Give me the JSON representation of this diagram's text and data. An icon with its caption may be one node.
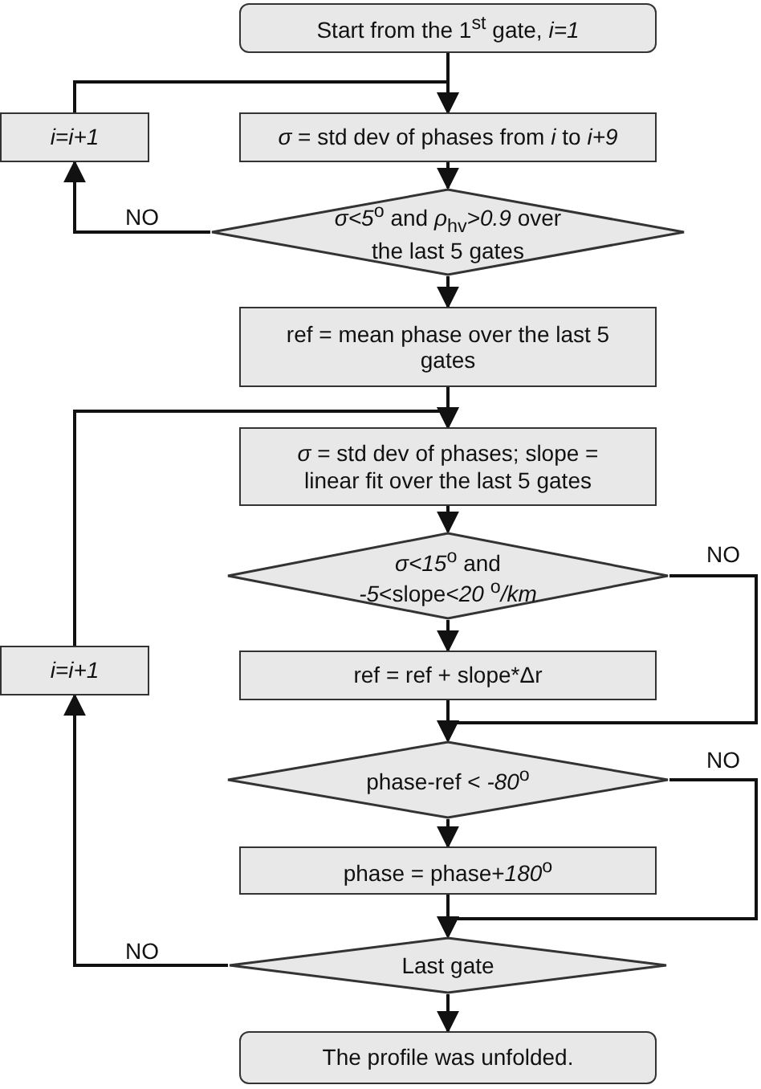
{
  "diagram": {
    "nodes": [
      {
        "text": [
          "Start from the 1$^{st}$ gate, *i=1*"
        ]
      },
      {
        "text": [
          "i=i+1"
        ]
      },
      {
        "text": [
          "*σ* = std dev of phases from *i* to *i+9*"
        ]
      },
      {
        "text": [
          "*σ<5*$^{o}$ and *ρ*$_{hv}$*>0.9* over the last 5 gates"
        ]
      },
      {
        "text": [
          "ref = mean phase over the last 5 gates"
        ]
      },
      {
        "text": [
          "*σ* = std dev of phases; slope = linear fit over the last 5 gates"
        ]
      },
      {
        "text": [
          "*σ<15*$^{o}$ and *-5*<slope<*20* $^{o}$*/km*"
        ]
      },
      {
        "text": [
          "i=i+1"
        ]
      },
      {
        "text": [
          "ref = ref + slope*Δr"
        ]
      },
      {
        "text": [
          "phase-ref < *-80*$^{o}$"
        ]
      },
      {
        "text": [
          "phase = phase+*180*$^{o}$"
        ]
      },
      {
        "text": [
          "Last gate"
        ]
      },
      {
        "text": [
          "The profile was unfolded."
        ]
      }
    ],
    "edges": [
      {
        "from": 0,
        "to": 2,
        "arrow": "to"
      },
      {
        "from": 2,
        "to": 3,
        "arrow": "to"
      },
      {
        "from": 3,
        "to": 4,
        "arrow": "to"
      },
      {
        "from": 3,
        "to": 1,
        "arrow": "to",
        "label": "NO"
      },
      {
        "from": 1,
        "to": 2,
        "arrow": "to"
      },
      {
        "from": 4,
        "to": 5,
        "arrow": "to"
      },
      {
        "from": 5,
        "to": 6,
        "arrow": "to"
      },
      {
        "from": 6,
        "to": 8,
        "arrow": "to"
      },
      {
        "from": 6,
        "to": 9,
        "arrow": "to",
        "label": "NO"
      },
      {
        "from": 8,
        "to": 9,
        "arrow": "to"
      },
      {
        "from": 9,
        "to": 10,
        "arrow": "to"
      },
      {
        "from": 9,
        "to": 11,
        "arrow": "to",
        "label": "NO"
      },
      {
        "from": 10,
        "to": 11,
        "arrow": "to"
      },
      {
        "from": 11,
        "to": 7,
        "arrow": "to",
        "label": "NO"
      },
      {
        "from": 7,
        "to": 5,
        "arrow": "to"
      },
      {
        "from": 11,
        "to": 12,
        "arrow": "to"
      }
    ]
  }
}
